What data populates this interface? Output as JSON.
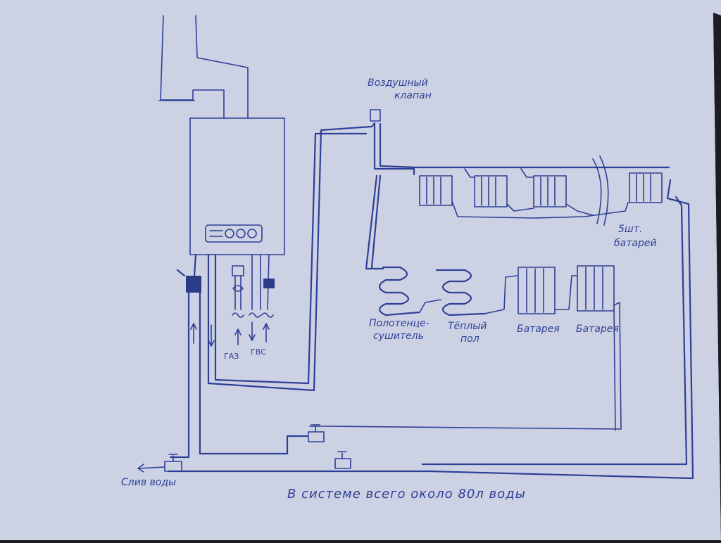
{
  "diagram": {
    "labels": {
      "air_valve_line1": "Воздушный",
      "air_valve_line2": "клапан",
      "battery_count_line1": "5шт.",
      "battery_count_line2": "батарей",
      "towel_dryer_line1": "Полотенце-",
      "towel_dryer_line2": "сушитель",
      "warm_floor_line1": "Тёплый",
      "warm_floor_line2": "пол",
      "battery_1": "Батарея",
      "battery_2": "Батарея",
      "gas": "ГАЗ",
      "hot_water": "ГВС",
      "drain": "Слив воды",
      "caption": "В системе всего около 80л воды"
    },
    "colors": {
      "paper": "#ccd2e3",
      "ink": "#2e3f96",
      "valve": "#2a3b88",
      "background": "#1c1c22"
    },
    "icons": [
      "boiler-icon",
      "chimney-icon",
      "air-valve-icon",
      "radiator-icon",
      "towel-dryer-icon",
      "floor-heating-icon",
      "tap-valve-icon"
    ]
  }
}
